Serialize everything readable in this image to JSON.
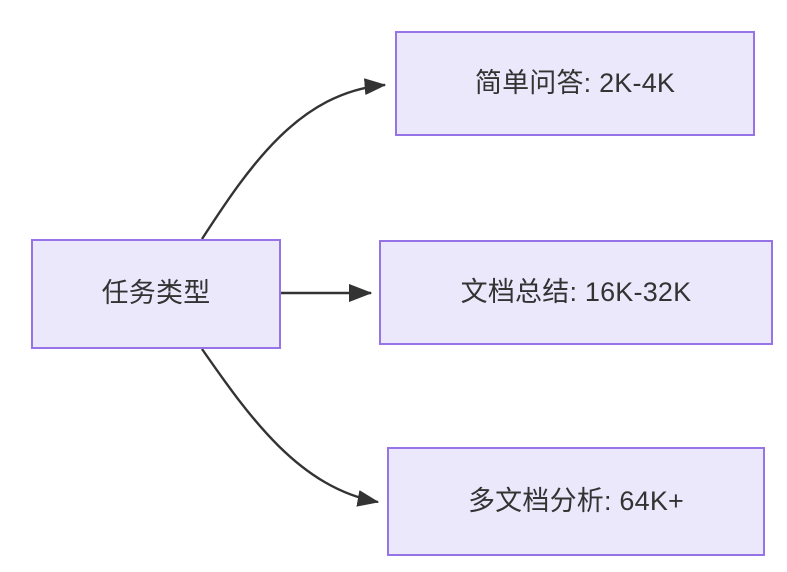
{
  "diagram": {
    "type": "flowchart",
    "direction": "left-to-right",
    "title": "",
    "theme": {
      "node_fill": "#ebe8fb",
      "node_border": "#9673e6",
      "text_color": "#333333",
      "edge_color": "#333333",
      "background": "#ffffff"
    },
    "nodes": [
      {
        "id": "source",
        "label": "任务类型",
        "role": "decision-source"
      },
      {
        "id": "simple_qa",
        "label": "简单问答: 2K-4K",
        "role": "outcome"
      },
      {
        "id": "doc_summary",
        "label": "文档总结: 16K-32K",
        "role": "outcome"
      },
      {
        "id": "multi_doc",
        "label": "多文档分析: 64K+",
        "role": "outcome"
      }
    ],
    "edges": [
      {
        "id": "edge-source-simple-qa",
        "from": "source",
        "to": "simple_qa",
        "label": "",
        "style": "curved",
        "arrow": "arrow-head-icon"
      },
      {
        "id": "edge-source-doc-summary",
        "from": "source",
        "to": "doc_summary",
        "label": "",
        "style": "straight",
        "arrow": "arrow-head-icon"
      },
      {
        "id": "edge-source-multi-doc",
        "from": "source",
        "to": "multi_doc",
        "label": "",
        "style": "curved",
        "arrow": "arrow-head-icon"
      }
    ]
  }
}
